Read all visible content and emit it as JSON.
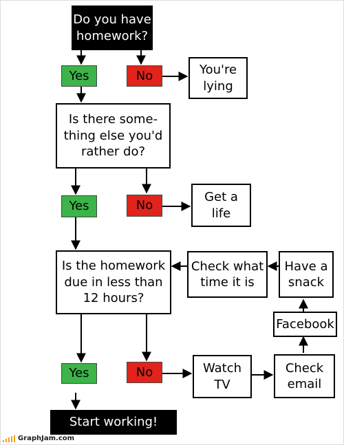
{
  "nodes": {
    "do_you_have_homework": "Do you have\nhomework?",
    "yes_1": "Yes",
    "no_1": "No",
    "youre_lying": "You're\nlying",
    "something_else": "Is there some-\nthing else you'd\nrather do?",
    "yes_2": "Yes",
    "no_2": "No",
    "get_a_life": "Get a\nlife",
    "due_less_12": "Is the homework\ndue in less than\n12 hours?",
    "check_time": "Check what\ntime it is",
    "have_snack": "Have a\nsnack",
    "facebook": "Facebook",
    "yes_3": "Yes",
    "no_3": "No",
    "watch_tv": "Watch\nTV",
    "check_email": "Check\nemail",
    "start_working": "Start working!"
  },
  "footer": {
    "site": "GraphJam.com"
  },
  "colors": {
    "yes": "#3cb44a",
    "no": "#e1231b",
    "dark": "#000000",
    "logo_bars": "#f59c1a"
  }
}
